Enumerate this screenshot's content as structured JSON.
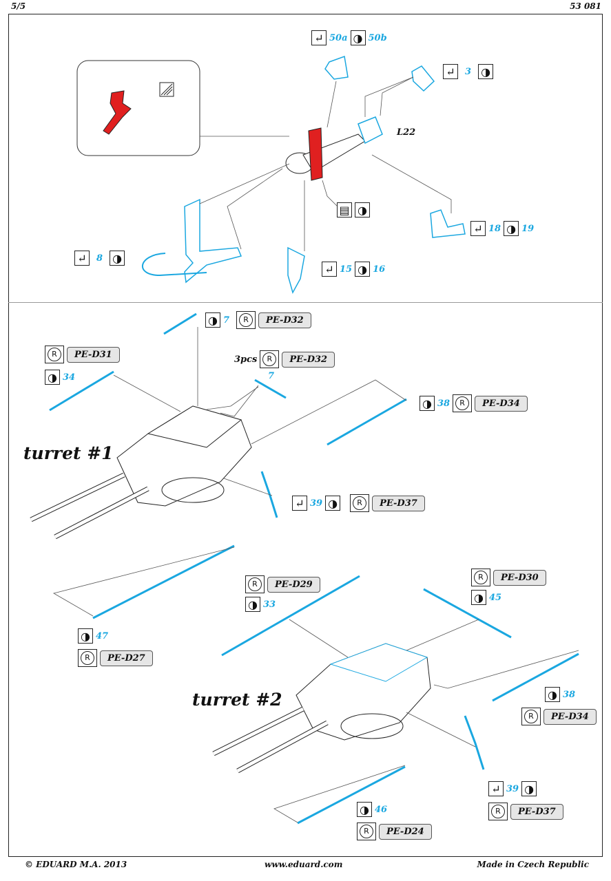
{
  "header": {
    "page": "5/5",
    "code": "53 081"
  },
  "footer": {
    "copyright": "© EDUARD  M.A. 2013",
    "url": "www.eduard.com",
    "origin": "Made in Czech Republic"
  },
  "labels": {
    "l22": "L22",
    "turret1": "turret #1",
    "turret2": "turret #2",
    "three_pcs": "3pcs"
  },
  "parts": {
    "p50a": "50a",
    "p50b": "50b",
    "p3": "3",
    "p18": "18",
    "p19": "19",
    "p8": "8",
    "p15": "15",
    "p16": "16",
    "p7a": "7",
    "p7b": "7",
    "p34": "34",
    "p38a": "38",
    "p39a": "39",
    "p47": "47",
    "p33": "33",
    "p45": "45",
    "p38b": "38",
    "p39b": "39",
    "p46": "46"
  },
  "refs": {
    "d32a": "PE-D32",
    "d31": "PE-D31",
    "d32b": "PE-D32",
    "d34a": "PE-D34",
    "d37a": "PE-D37",
    "d27": "PE-D27",
    "d29": "PE-D29",
    "d30": "PE-D30",
    "d34b": "PE-D34",
    "d37b": "PE-D37",
    "d24": "PE-D24"
  },
  "icons": {
    "registered_symbol": "R"
  },
  "colors": {
    "part_blue": "#1aa7e0",
    "highlight_red": "#e02020"
  }
}
